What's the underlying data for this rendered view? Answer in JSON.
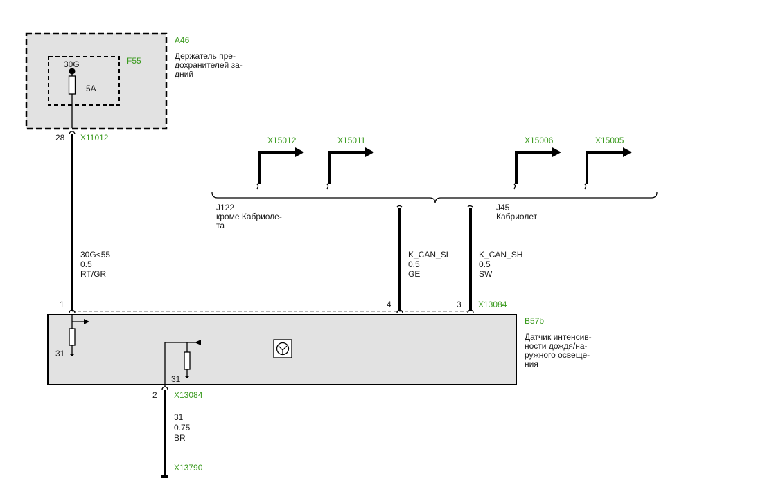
{
  "colors": {
    "accent": "#3a9a1e",
    "component_fill": "#e2e2e2",
    "wire": "#000000"
  },
  "fuse_holder": {
    "id": "A46",
    "desc_lines": [
      "Держатель пре-",
      "дохранителей за-",
      "дний"
    ],
    "fuse_id": "F55",
    "fuse_terminal": "30G",
    "fuse_rating": "5A"
  },
  "connector_top_left": {
    "pin": "28",
    "id": "X11012"
  },
  "wire_power": {
    "lines": [
      "30G<55",
      "0.5",
      "RT/GR"
    ]
  },
  "arrows": [
    "X15012",
    "X15011",
    "X15006",
    "X15005"
  ],
  "brace": {
    "left_lines": [
      "J122",
      "кроме Кабриоле-",
      "та"
    ],
    "right_lines": [
      "J45",
      "Кабриолет"
    ]
  },
  "wire_can_l": {
    "lines": [
      "K_CAN_SL",
      "0.5",
      "GE"
    ],
    "pin": "4"
  },
  "wire_can_h": {
    "lines": [
      "K_CAN_SH",
      "0.5",
      "SW"
    ],
    "pin": "3"
  },
  "pin_power": "1",
  "connector_sensor": "X13084",
  "sensor": {
    "id": "B57b",
    "desc_lines": [
      "Датчик интенсив-",
      "ности дождя/на-",
      "ружного освеще-",
      "ния"
    ],
    "ground_left": "31",
    "ground_inner": "31"
  },
  "ground_pin": "2",
  "connector_bottom": "X13084",
  "wire_ground": {
    "lines": [
      "31",
      "0.75",
      "BR"
    ]
  },
  "ground_point": "X13790"
}
